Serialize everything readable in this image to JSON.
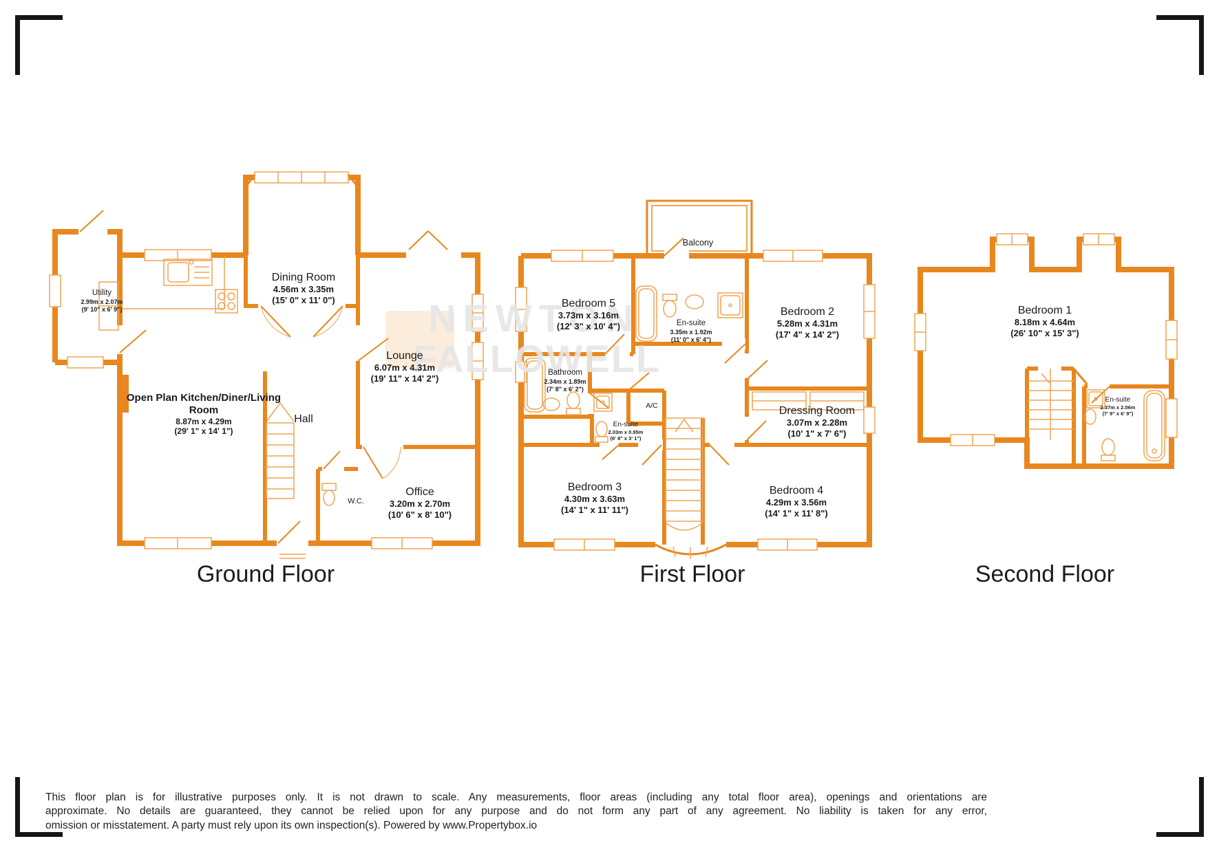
{
  "colors": {
    "wall": "#E8871E",
    "fixture": "#F0A351",
    "text": "#1A1A1A",
    "watermark": "#D6D6D6"
  },
  "watermark": {
    "line1": "NEWTON",
    "line2": "FALLOWELL"
  },
  "floors": [
    {
      "title": "Ground Floor",
      "rooms": {
        "utility": {
          "name": "Utility",
          "metric": "2.99m x 2.07m",
          "imperial": "(9' 10\" x 6' 9\")"
        },
        "dining": {
          "name": "Dining Room",
          "metric": "4.56m x 3.35m",
          "imperial": "(15' 0\" x 11' 0\")"
        },
        "lounge": {
          "name": "Lounge",
          "metric": "6.07m x 4.31m",
          "imperial": "(19' 11\" x 14' 2\")"
        },
        "open_plan": {
          "name": "Open Plan Kitchen/Diner/Living Room",
          "metric": "8.87m x 4.29m",
          "imperial": "(29' 1\" x 14' 1\")"
        },
        "hall": {
          "name": "Hall"
        },
        "wc": {
          "name": "W.C."
        },
        "office": {
          "name": "Office",
          "metric": "3.20m x 2.70m",
          "imperial": "(10' 6\" x 8' 10\")"
        }
      }
    },
    {
      "title": "First Floor",
      "rooms": {
        "balcony": {
          "name": "Balcony"
        },
        "bedroom5": {
          "name": "Bedroom 5",
          "metric": "3.73m x 3.16m",
          "imperial": "(12' 3\" x 10' 4\")"
        },
        "ensuite_main": {
          "name": "En-suite",
          "metric": "3.35m x 1.92m",
          "imperial": "(11' 0\" x 6' 4\")"
        },
        "bedroom2": {
          "name": "Bedroom 2",
          "metric": "5.28m x 4.31m",
          "imperial": "(17' 4\" x 14' 2\")"
        },
        "bathroom": {
          "name": "Bathroom",
          "metric": "2.34m x 1.89m",
          "imperial": "(7' 8\" x 6' 2\")"
        },
        "ac": {
          "name": "A/C"
        },
        "ensuite_small": {
          "name": "En-suite",
          "metric": "2.03m x 0.95m",
          "imperial": "(6' 8\" x 3' 1\")"
        },
        "dressing": {
          "name": "Dressing Room",
          "metric": "3.07m x 2.28m",
          "imperial": "(10' 1\" x 7' 6\")"
        },
        "bedroom3": {
          "name": "Bedroom 3",
          "metric": "4.30m x 3.63m",
          "imperial": "(14' 1\" x 11' 11\")"
        },
        "bedroom4": {
          "name": "Bedroom 4",
          "metric": "4.29m x 3.56m",
          "imperial": "(14' 1\" x 11' 8\")"
        }
      }
    },
    {
      "title": "Second Floor",
      "rooms": {
        "bedroom1": {
          "name": "Bedroom 1",
          "metric": "8.18m x 4.64m",
          "imperial": "(26' 10\" x 15' 3\")"
        },
        "ensuite": {
          "name": "En-suite",
          "metric": "2.37m x 2.06m",
          "imperial": "(7' 9\" x 6' 9\")"
        }
      }
    }
  ],
  "disclaimer": {
    "line1": "This floor plan is for illustrative purposes only. It is not drawn to scale. Any measurements, floor areas (including any total floor area), openings and orientations are",
    "line2": "approximate. No details are guaranteed, they cannot be relied upon for any purpose and do not form any part of any agreement. No liability is taken for any error,",
    "line3": "omission or misstatement. A party must rely upon its own inspection(s). Powered by www.Propertybox.io"
  }
}
